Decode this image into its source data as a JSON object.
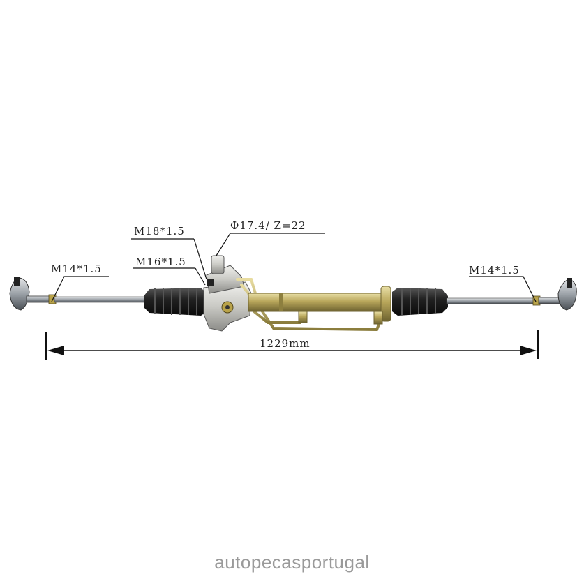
{
  "labels": {
    "left_tie_rod_thread": "M14*1.5",
    "right_tie_rod_thread": "M14*1.5",
    "port_thread_large": "M18*1.5",
    "port_thread_small": "M16*1.5",
    "pinion_spec": "Φ17.4/ Z=22",
    "total_length": "1229mm"
  },
  "watermark": "autopecasportugal",
  "colors": {
    "background": "#ffffff",
    "line": "#111111",
    "boot": "#1a1a1a",
    "housing": "#c9c9c4",
    "cylinder": "#b8a65a",
    "rod": "#9aa0a6"
  }
}
